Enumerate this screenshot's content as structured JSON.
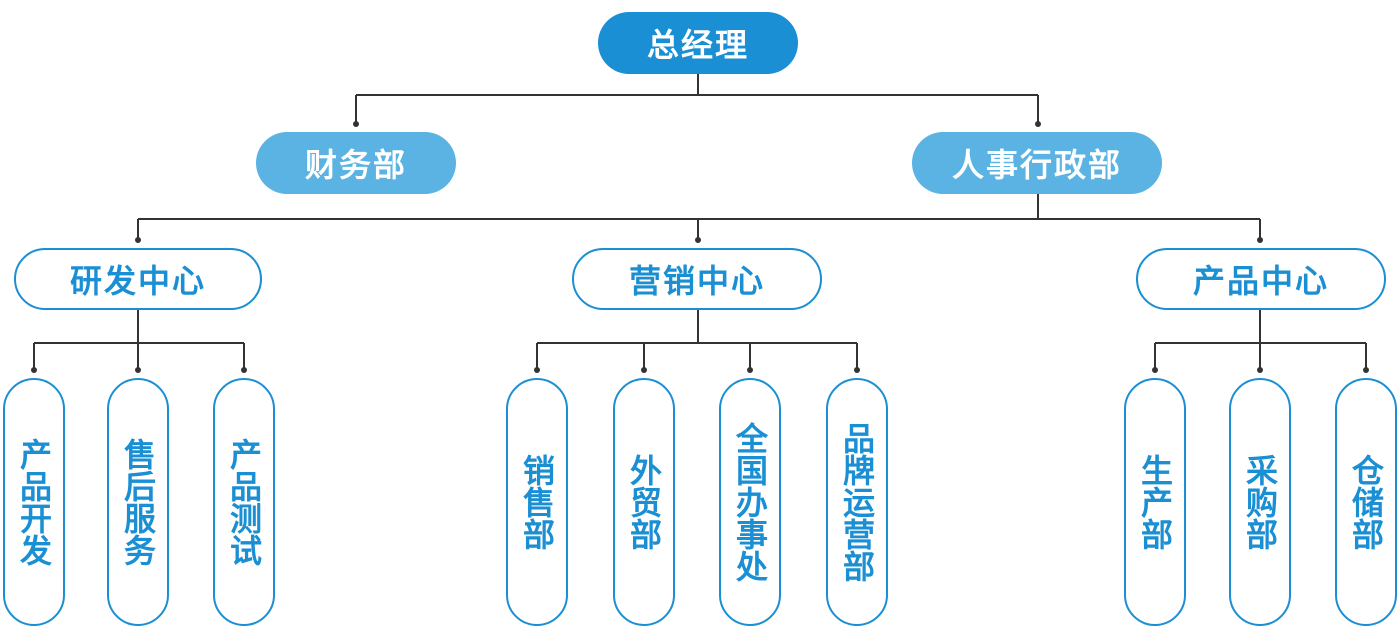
{
  "org_chart": {
    "top": {
      "label": "总经理"
    },
    "departments": {
      "finance": {
        "label": "财务部"
      },
      "hr_admin": {
        "label": "人事行政部"
      }
    },
    "centers": {
      "rnd": {
        "label": "研发中心",
        "units": [
          {
            "label": "产品开发"
          },
          {
            "label": "售后服务"
          },
          {
            "label": "产品测试"
          }
        ]
      },
      "sales": {
        "label": "营销中心",
        "units": [
          {
            "label": "销售部"
          },
          {
            "label": "外贸部"
          },
          {
            "label": "全国办事处"
          },
          {
            "label": "品牌运营部"
          }
        ]
      },
      "product": {
        "label": "产品中心",
        "units": [
          {
            "label": "生产部"
          },
          {
            "label": "采购部"
          },
          {
            "label": "仓储部"
          }
        ]
      }
    },
    "colors": {
      "primary": "#1a8fd3",
      "secondary": "#5ab3e3",
      "connector": "#333333",
      "background": "#ffffff"
    }
  }
}
